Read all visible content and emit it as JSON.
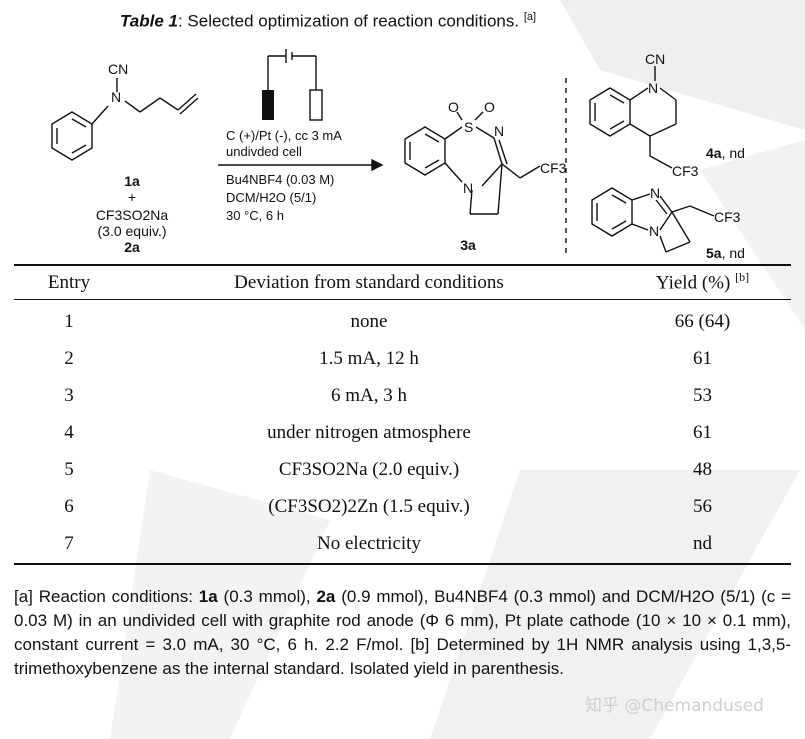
{
  "title": {
    "lead": "Table 1",
    "rest": ": Selected optimization of reaction conditions.",
    "note": "[a]"
  },
  "scheme": {
    "substrate_group": "CN",
    "substrate_atom": "N",
    "substrate_label": "1a",
    "plus": "+",
    "reagent": "CF3SO2Na",
    "reagent_equiv": "(3.0 equiv.)",
    "reagent_label": "2a",
    "conditions": [
      "C (+)/Pt (-), cc 3 mA",
      "undivded cell",
      "Bu4NBF4 (0.03 M)",
      "DCM/H2O (5/1)",
      "30 °C, 6 h"
    ],
    "product_label": "3a",
    "product_atoms": [
      "O",
      "O",
      "S",
      "N",
      "N"
    ],
    "product_group": "CF3",
    "side1_group": "CN",
    "side1_atom": "N",
    "side1_cf3": "CF3",
    "side1_label": "4a",
    "side1_status": ", nd",
    "side2_atoms": [
      "N",
      "N"
    ],
    "side2_cf3": "CF3",
    "side2_label": "5a",
    "side2_status": ", nd"
  },
  "table": {
    "headers": [
      "Entry",
      "Deviation from standard conditions",
      "Yield (%)"
    ],
    "yield_note": "[b]",
    "rows": [
      {
        "entry": "1",
        "deviation": "none",
        "yield": "66 (64)"
      },
      {
        "entry": "2",
        "deviation": "1.5 mA, 12 h",
        "yield": "61"
      },
      {
        "entry": "3",
        "deviation": "6 mA, 3 h",
        "yield": "53"
      },
      {
        "entry": "4",
        "deviation": "under nitrogen atmosphere",
        "yield": "61"
      },
      {
        "entry": "5",
        "deviation": "CF3SO2Na (2.0 equiv.)",
        "yield": "48"
      },
      {
        "entry": "6",
        "deviation": "(CF3SO2)2Zn (1.5 equiv.)",
        "yield": "56"
      },
      {
        "entry": "7",
        "deviation": "No electricity",
        "yield": "nd"
      }
    ]
  },
  "footnote": {
    "a_tag": "[a]",
    "a1": " Reaction conditions: ",
    "a_1a": "1a",
    "a2": " (0.3 mmol), ",
    "a_2a": "2a",
    "a3": " (0.9 mmol), Bu4NBF4 (0.3 mmol) and DCM/H2O (5/1) (c = 0.03 M) in an undivided cell with graphite rod anode (Φ 6 mm), Pt plate cathode (10 × 10 × 0.1 mm), constant current = 3.0 mA, 30 °C, 6 h. 2.2 F/mol.",
    "b_tag": " [b]",
    "b1": " Determined by 1H NMR analysis using 1,3,5-trimethoxybenzene as the internal standard. Isolated yield in parenthesis."
  },
  "watermark": "知乎 @Chemandused",
  "colors": {
    "text": "#111111",
    "watermark": "#d9d9d9"
  }
}
